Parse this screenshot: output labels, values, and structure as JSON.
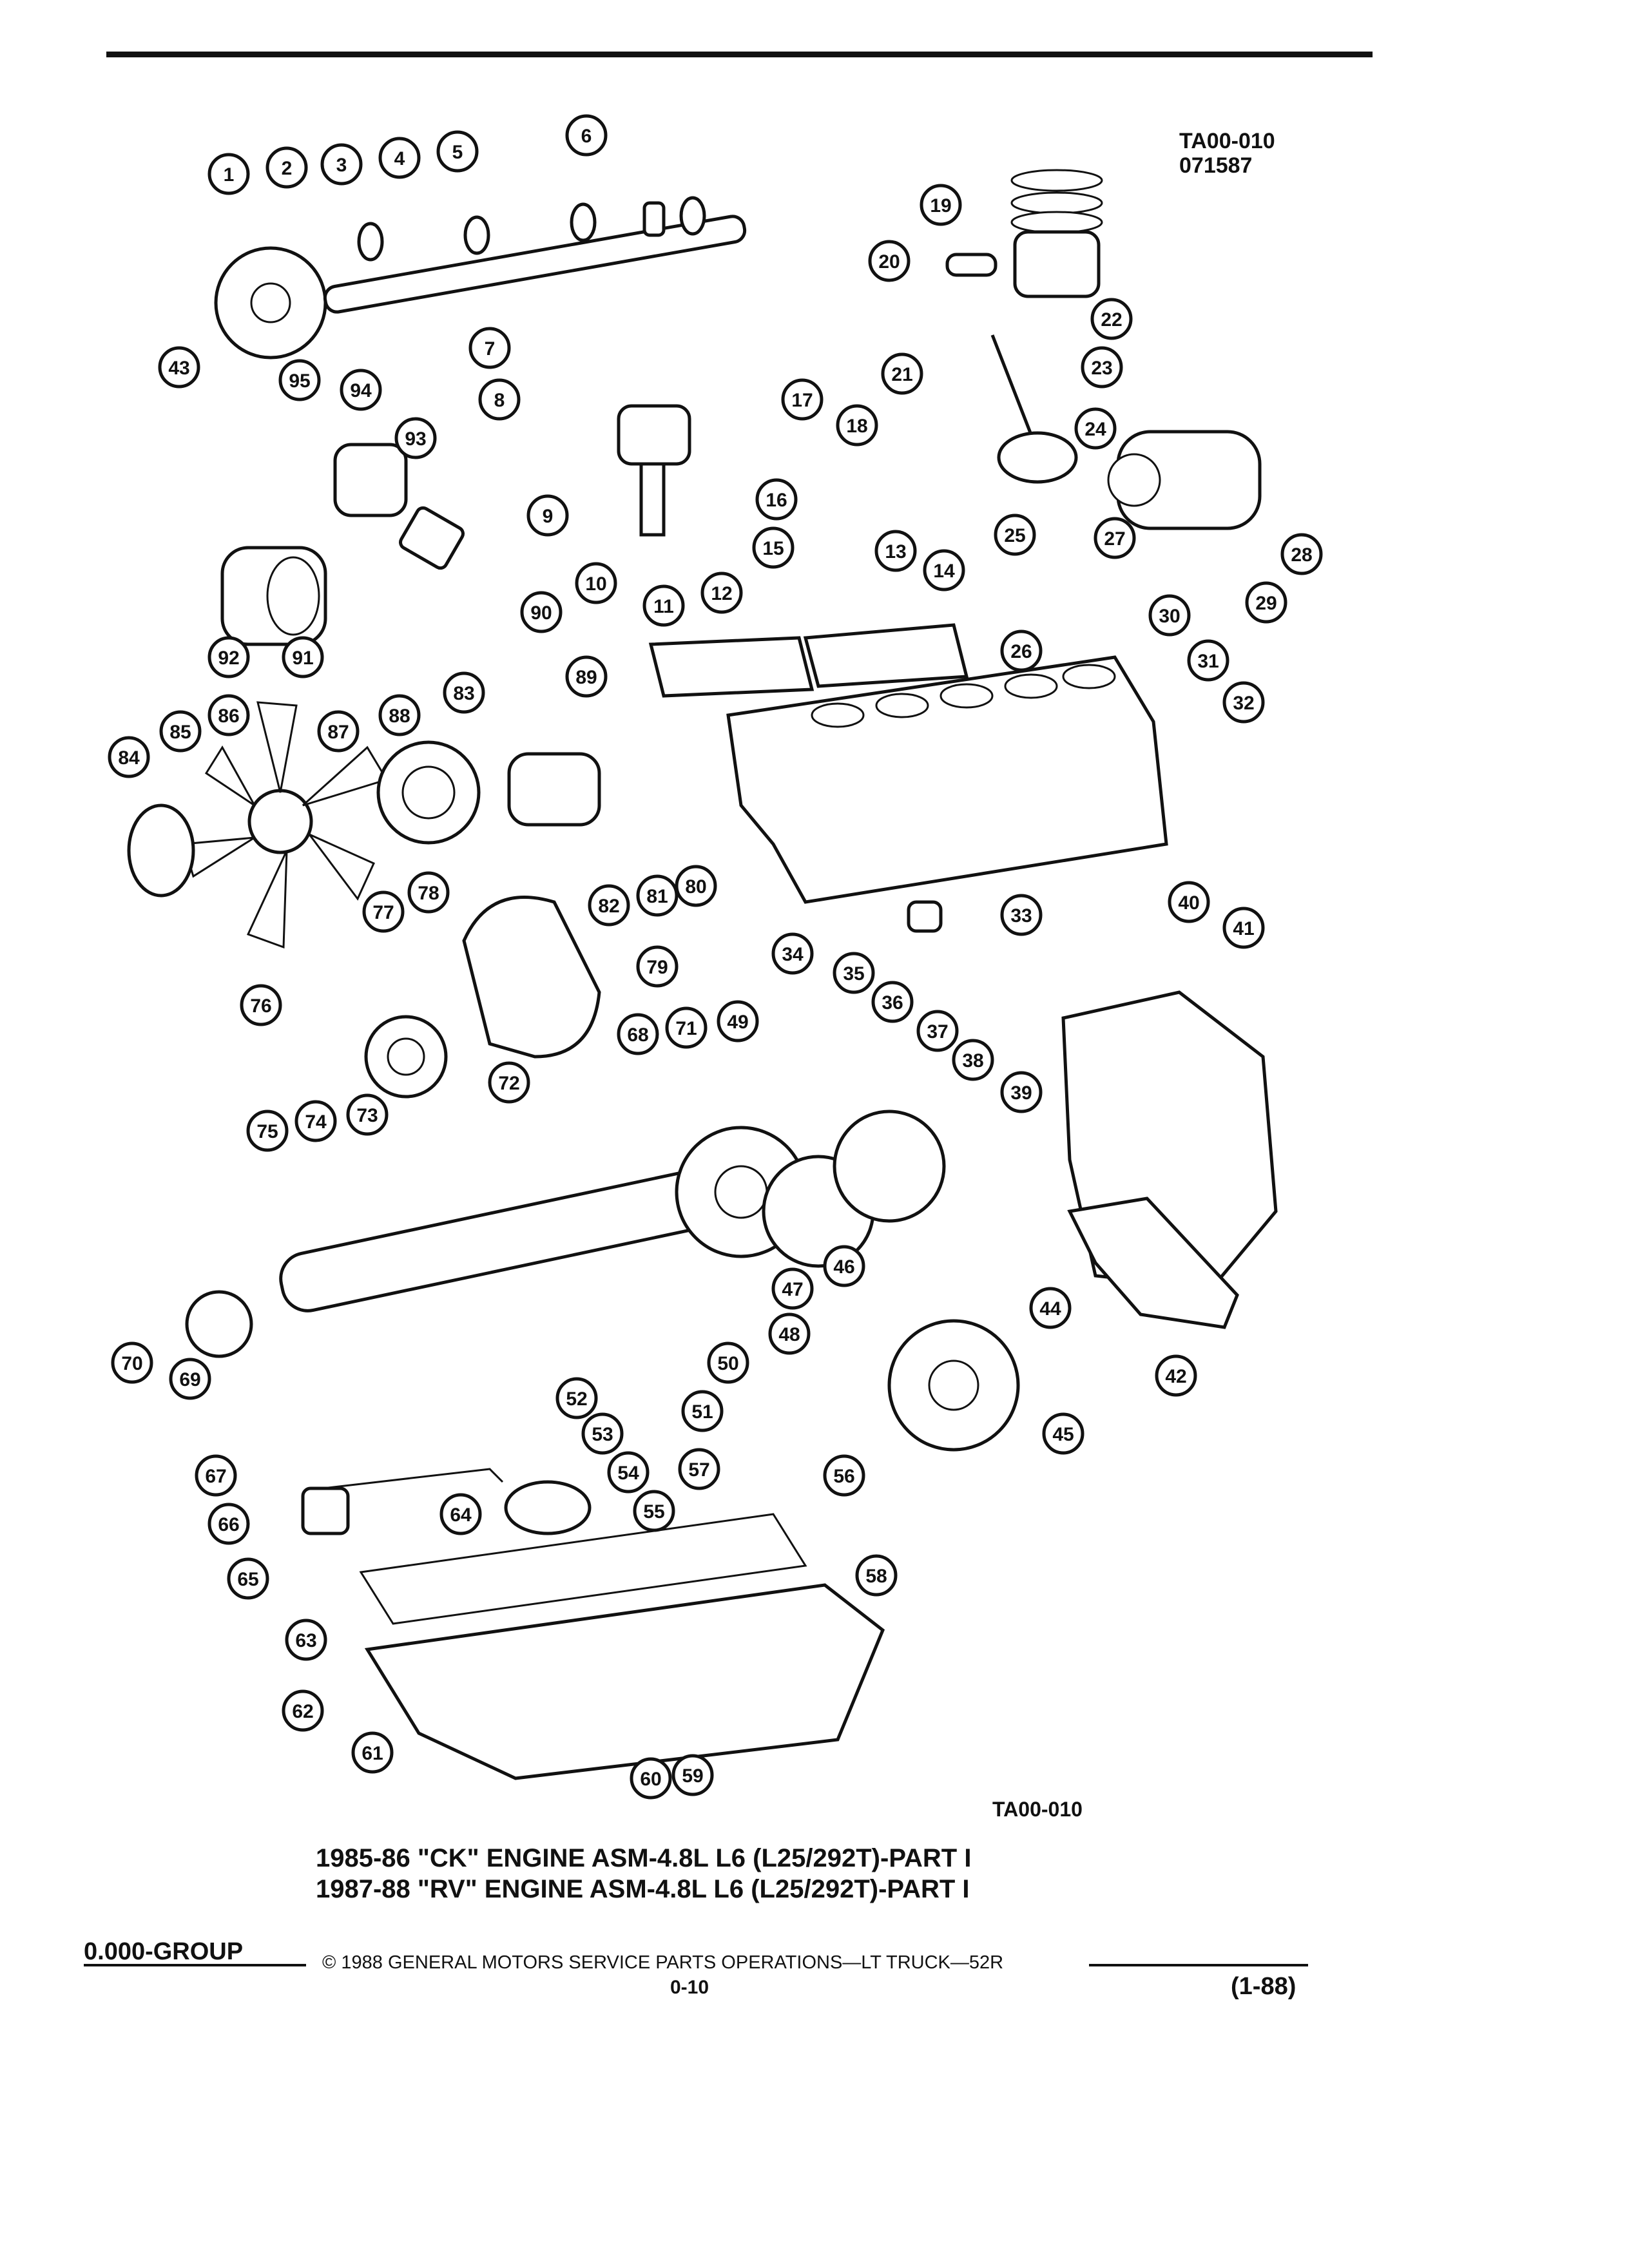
{
  "header": {
    "drawing_code": "TA00-010",
    "date_code": "071587"
  },
  "callouts": [
    "1",
    "2",
    "3",
    "4",
    "5",
    "6",
    "7",
    "8",
    "9",
    "10",
    "11",
    "12",
    "13",
    "14",
    "15",
    "16",
    "17",
    "18",
    "19",
    "20",
    "21",
    "22",
    "23",
    "24",
    "25",
    "26",
    "27",
    "28",
    "29",
    "30",
    "31",
    "32",
    "33",
    "34",
    "35",
    "36",
    "37",
    "38",
    "39",
    "40",
    "41",
    "42",
    "43",
    "44",
    "45",
    "46",
    "47",
    "48",
    "49",
    "50",
    "51",
    "52",
    "53",
    "54",
    "55",
    "56",
    "57",
    "58",
    "59",
    "60",
    "61",
    "62",
    "63",
    "64",
    "65",
    "66",
    "67",
    "68",
    "69",
    "70",
    "71",
    "72",
    "73",
    "74",
    "75",
    "76",
    "77",
    "78",
    "79",
    "80",
    "81",
    "82",
    "83",
    "84",
    "85",
    "86",
    "87",
    "88",
    "89",
    "90",
    "91",
    "92",
    "93",
    "94",
    "95"
  ],
  "figure": {
    "ref_code": "TA00-010",
    "title_line1": "1985-86 \"CK\" ENGINE ASM-4.8L L6 (L25/292T)-PART I",
    "title_line2": "1987-88 \"RV\" ENGINE ASM-4.8L L6 (L25/292T)-PART I"
  },
  "footer": {
    "group": "0.000-GROUP",
    "copyright": "© 1988 GENERAL MOTORS SERVICE PARTS OPERATIONS—LT TRUCK—52R",
    "page": "0-10",
    "revision": "(1-88)"
  }
}
